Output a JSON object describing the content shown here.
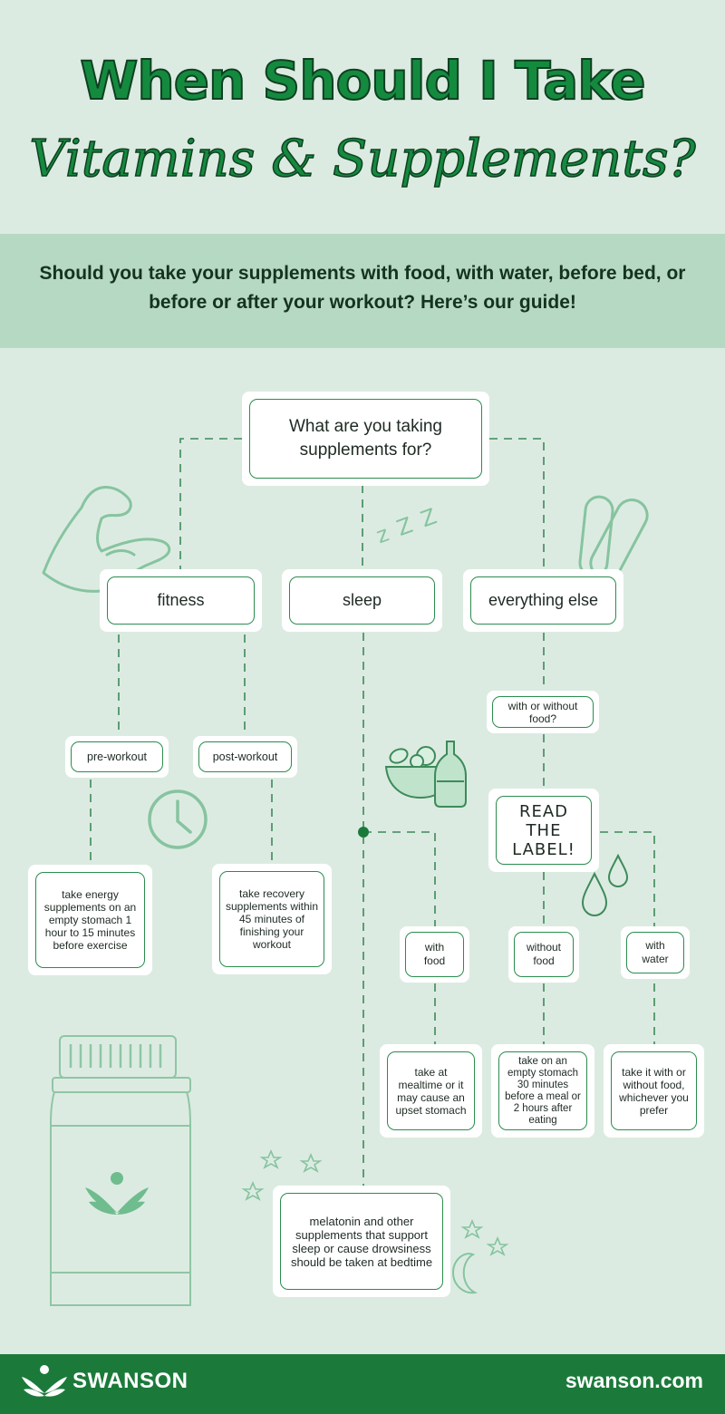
{
  "header": {
    "title_line1": "When Should I Take",
    "title_line2": "Vitamins & Supplements?",
    "subtitle": "Should you take your supplements with food, with water, before bed, or before or after your workout? Here’s our guide!"
  },
  "flow": {
    "question": "What are you taking supplements for?",
    "fitness": "fitness",
    "sleep": "sleep",
    "everything_else": "everything else",
    "pre_workout": "pre-workout",
    "post_workout": "post-workout",
    "pre_workout_tip": "take energy supplements on an empty stomach 1 hour to 15 minutes before exercise",
    "post_workout_tip": "take recovery supplements within 45 minutes of finishing your workout",
    "with_or_without_food": "with or without food?",
    "read_label": "READ THE LABEL!",
    "with_food": "with food",
    "without_food": "without food",
    "with_water": "with water",
    "with_food_tip": "take at mealtime or it may cause an upset stomach",
    "without_food_tip": "take on an empty stomach 30 minutes before a meal or 2 hours after eating",
    "with_water_tip": "take it with or without food, whichever you prefer",
    "sleep_tip": "melatonin and other supplements that support sleep or cause drowsiness should be taken at bedtime",
    "zzz": "z Z Z"
  },
  "illustrations": {
    "bottle_logo_icon": "leaf-person-icon",
    "clock_icon": "clock-icon",
    "arm_icon": "flexed-arm-icon",
    "pills_icon": "capsules-icon",
    "salad_icon": "salad-bowl-icon",
    "water_icon": "water-drops-icon",
    "moon_icon": "moon-icon"
  },
  "footer": {
    "brand": "SWANSON",
    "site": "swanson.com"
  },
  "colors": {
    "background": "#dcebe1",
    "band": "#b6d9c3",
    "green": "#148a3e",
    "footer": "#1b7a3a",
    "line": "#3d8a5a",
    "illustration": "#86c4a0"
  }
}
